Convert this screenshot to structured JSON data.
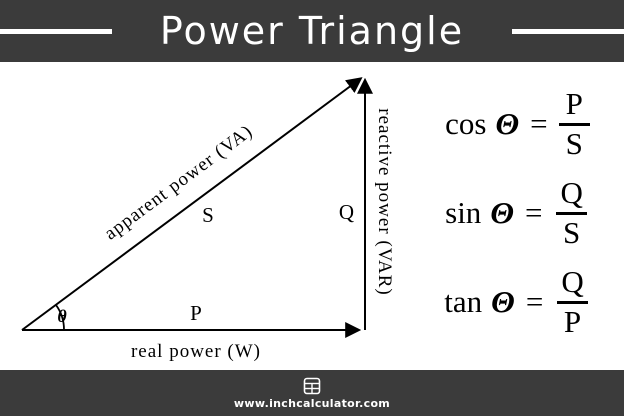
{
  "header": {
    "title": "Power Triangle"
  },
  "triangle": {
    "hypotenuse_label": "apparent power (VA)",
    "hypotenuse_symbol": "S",
    "vertical_label": "reactive power (VAR)",
    "vertical_symbol": "Q",
    "horizontal_label": "real power (W)",
    "horizontal_symbol": "P",
    "angle_symbol": "θ"
  },
  "equations": [
    {
      "fn": "cos",
      "angle": "Θ",
      "equals": "=",
      "numerator": "P",
      "denominator": "S"
    },
    {
      "fn": "sin",
      "angle": "Θ",
      "equals": "=",
      "numerator": "Q",
      "denominator": "S"
    },
    {
      "fn": "tan",
      "angle": "Θ",
      "equals": "=",
      "numerator": "Q",
      "denominator": "P"
    }
  ],
  "footer": {
    "website": "www.inchcalculator.com",
    "icon": "calculator-grid-icon"
  },
  "colors": {
    "bar_background": "#3b3b3b",
    "text_on_bar": "#ffffff",
    "diagram_ink": "#000000",
    "page_background": "#ffffff"
  }
}
